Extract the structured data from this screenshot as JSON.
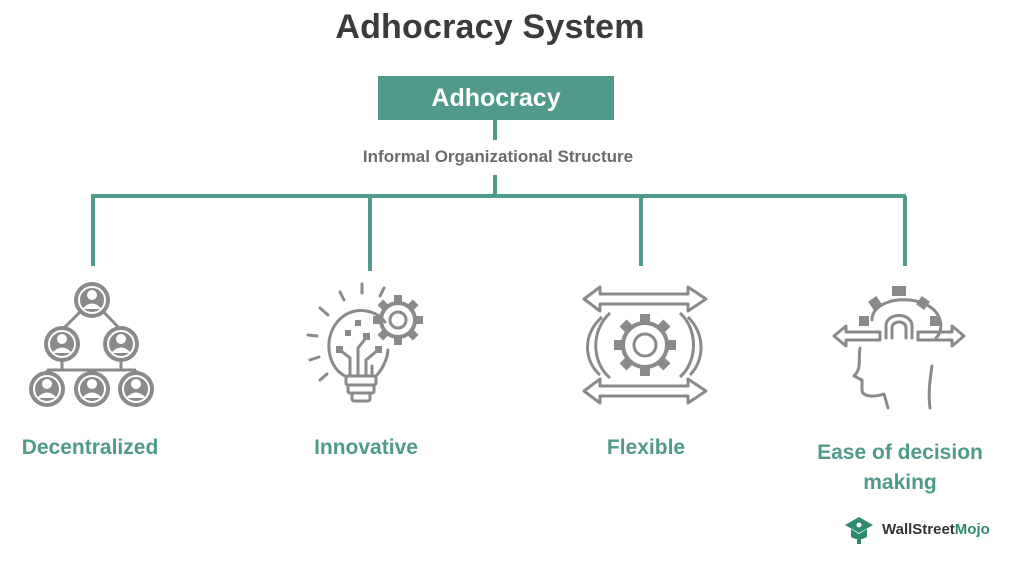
{
  "title": "Adhocracy System",
  "root": {
    "label": "Adhocracy",
    "sublabel": "Informal Organizational Structure"
  },
  "branches": [
    {
      "label": "Decentralized",
      "icon": "org-hierarchy-icon"
    },
    {
      "label": "Innovative",
      "icon": "lightbulb-gear-icon"
    },
    {
      "label": "Flexible",
      "icon": "gear-cycle-arrows-icon"
    },
    {
      "label": "Ease of decision making",
      "icon": "head-gear-arrows-icon"
    }
  ],
  "colors": {
    "accent": "#4f9a8b",
    "icon_gray": "#8a8a8a",
    "title": "#3b3b3b",
    "subtitle": "#6b6b6b"
  },
  "watermark": {
    "text_main": "WallStreet",
    "text_accent": "Mojo",
    "icon": "mojo-logo-icon"
  }
}
